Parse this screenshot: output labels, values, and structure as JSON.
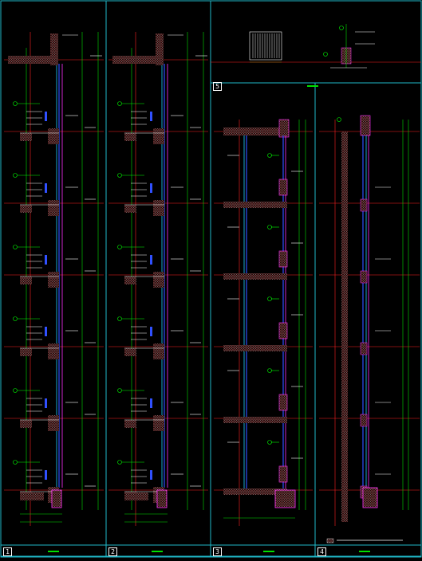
{
  "drawing": {
    "panels": [
      {
        "number": "1"
      },
      {
        "number": "2"
      },
      {
        "number": "3"
      },
      {
        "number": "4"
      },
      {
        "number": "5"
      }
    ],
    "frame_color": "#1fb8c8",
    "colors": {
      "wall_hatch": "#c88",
      "dim_line": "#00e000",
      "axis_line": "#ff2020",
      "glass_blue": "#3050ff",
      "glass_cyan": "#20d0ff",
      "magenta": "#ff30ff",
      "floor_line": "#ff2020",
      "leader": "#00ff00",
      "text": "#ffffff"
    }
  }
}
